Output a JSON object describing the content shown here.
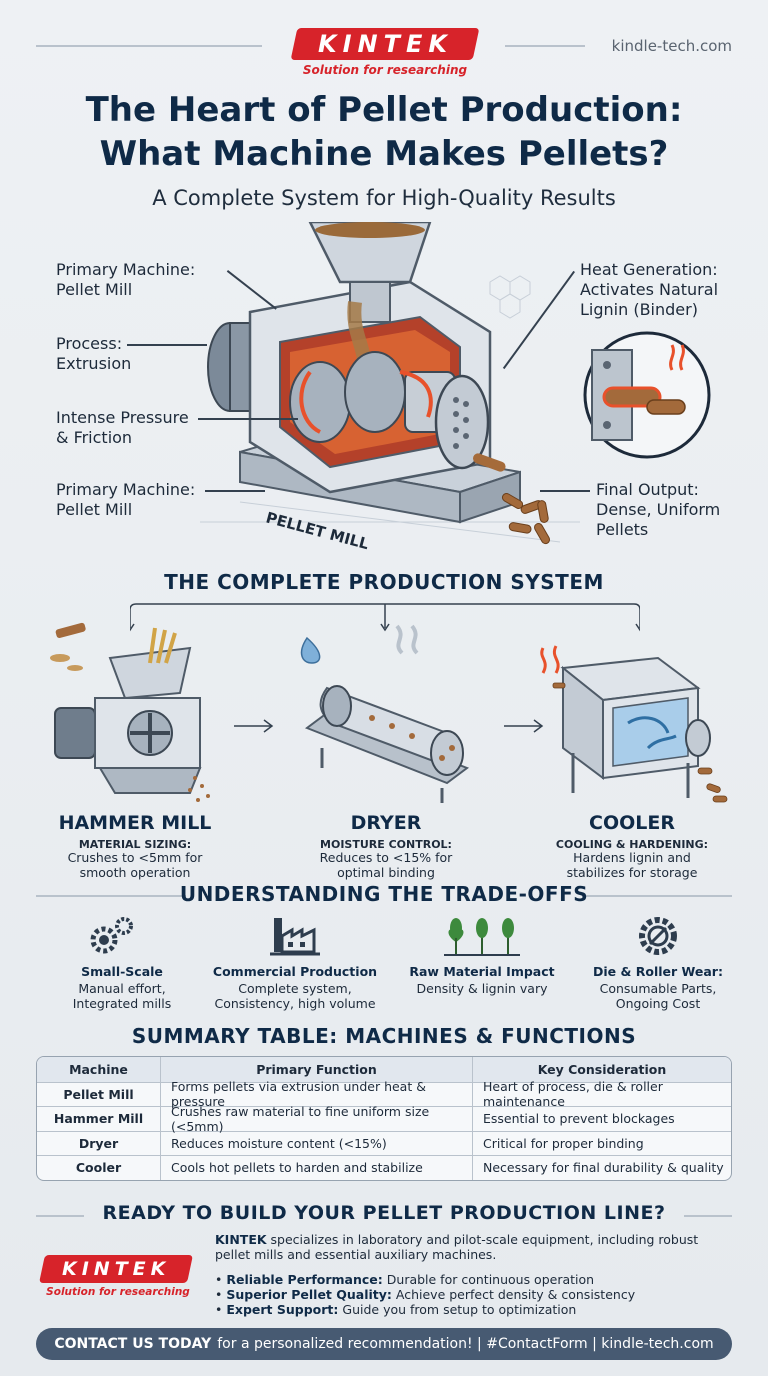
{
  "header": {
    "logo_text": "KINTEK",
    "logo_tagline": "Solution for researching",
    "website": "kindle-tech.com"
  },
  "title_line1": "The Heart of Pellet Production:",
  "title_line2": "What Machine Makes Pellets?",
  "subtitle": "A Complete System for High-Quality Results",
  "diagram": {
    "left_labels": [
      {
        "line1": "Primary Machine:",
        "line2": "Pellet Mill"
      },
      {
        "line1": "Process:",
        "line2": "Extrusion"
      },
      {
        "line1": "Intense Pressure",
        "line2": "& Friction"
      },
      {
        "line1": "Primary Machine:",
        "line2": "Pellet Mill"
      }
    ],
    "right_labels": [
      {
        "line1": "Heat Generation:",
        "line2": "Activates Natural",
        "line3": "Lignin (Binder)"
      },
      {
        "line1": "Final Output:",
        "line2": "Dense, Uniform",
        "line3": "Pellets"
      }
    ],
    "machine_base_label": "PELLET MILL"
  },
  "system_heading": "THE COMPLETE PRODUCTION SYSTEM",
  "stages": [
    {
      "name": "HAMMER MILL",
      "sub": "MATERIAL SIZING:",
      "desc1": "Crushes to <5mm for",
      "desc2": "smooth operation"
    },
    {
      "name": "DRYER",
      "sub": "MOISTURE CONTROL:",
      "desc1": "Reduces to <15% for",
      "desc2": "optimal binding"
    },
    {
      "name": "COOLER",
      "sub": "COOLING & HARDENING:",
      "desc1": "Hardens lignin and",
      "desc2": "stabilizes for storage"
    }
  ],
  "tradeoffs_heading": "UNDERSTANDING THE TRADE-OFFS",
  "tradeoffs": [
    {
      "icon": "gears-icon",
      "title": "Small-Scale",
      "d1": "Manual effort,",
      "d2": "Integrated mills"
    },
    {
      "icon": "factory-icon",
      "title": "Commercial Production",
      "d1": "Complete system,",
      "d2": "Consistency, high volume"
    },
    {
      "icon": "plants-icon",
      "title": "Raw Material Impact",
      "d1": "Density & lignin vary",
      "d2": ""
    },
    {
      "icon": "gear-wrench-icon",
      "title": "Die & Roller Wear:",
      "d1": "Consumable Parts,",
      "d2": "Ongoing Cost"
    }
  ],
  "table_heading": "SUMMARY TABLE: MACHINES & FUNCTIONS",
  "table": {
    "headers": [
      "Machine",
      "Primary Function",
      "Key Consideration"
    ],
    "rows": [
      [
        "Pellet Mill",
        "Forms pellets via extrusion under heat & pressure",
        "Heart of process, die & roller maintenance"
      ],
      [
        "Hammer Mill",
        "Crushes raw material to fine uniform size (<5mm)",
        "Essential to prevent blockages"
      ],
      [
        "Dryer",
        "Reduces moisture content (<15%)",
        "Critical for proper binding"
      ],
      [
        "Cooler",
        "Cools hot pellets to harden and stabilize",
        "Necessary for final durability & quality"
      ]
    ]
  },
  "cta": {
    "heading": "READY TO BUILD YOUR PELLET PRODUCTION LINE?",
    "brand": "KINTEK",
    "intro": "specializes in laboratory and pilot-scale equipment, including robust pellet mills and essential auxiliary machines.",
    "bullets": [
      {
        "bold": "Reliable Performance:",
        "text": "Durable for continuous operation"
      },
      {
        "bold": "Superior Pellet Quality:",
        "text": "Achieve perfect density & consistency"
      },
      {
        "bold": "Expert Support:",
        "text": "Guide you from setup to optimization"
      }
    ],
    "contact_bold": "CONTACT US TODAY",
    "contact_text": "for a personalized recommendation! | #ContactForm | kindle-tech.com"
  },
  "colors": {
    "brand_red": "#d7232a",
    "navy": "#0f2a47",
    "banner": "#475a72"
  }
}
